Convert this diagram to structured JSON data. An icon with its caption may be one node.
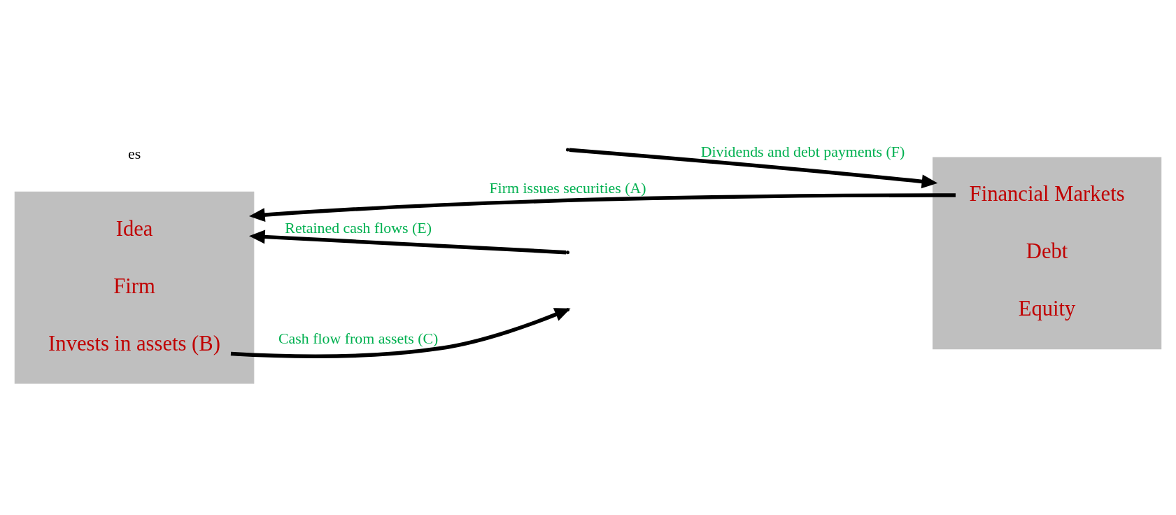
{
  "diagram": {
    "nodes": [
      {
        "text": [],
        "shape": "box"
      },
      {
        "text": [
          "Idea"
        ],
        "in": 0
      },
      {
        "text": [
          "Firm"
        ],
        "in": 0
      },
      {
        "text": [
          "Invests in assets (B)"
        ],
        "in": 0
      },
      {
        "text": [],
        "shape": "box"
      },
      {
        "text": [
          "Financial Markets"
        ],
        "in": 4
      },
      {
        "text": [
          "Debt"
        ],
        "in": 4
      },
      {
        "text": [
          "Equity"
        ],
        "in": 4
      }
    ],
    "edges": [
      {
        "from": 5,
        "to": 0,
        "arrow": "to",
        "label": "Firm issues securities (A)"
      },
      {
        "from": null,
        "to": 0,
        "arrow": "to",
        "label": "Retained cash flows (E)"
      },
      {
        "from": 3,
        "to": null,
        "arrow": "to",
        "label": "Cash flow from assets (C)"
      },
      {
        "from": null,
        "to": 4,
        "arrow": "to",
        "label": "Dividends and debt payments (F)"
      }
    ],
    "labels": [
      "es"
    ]
  }
}
